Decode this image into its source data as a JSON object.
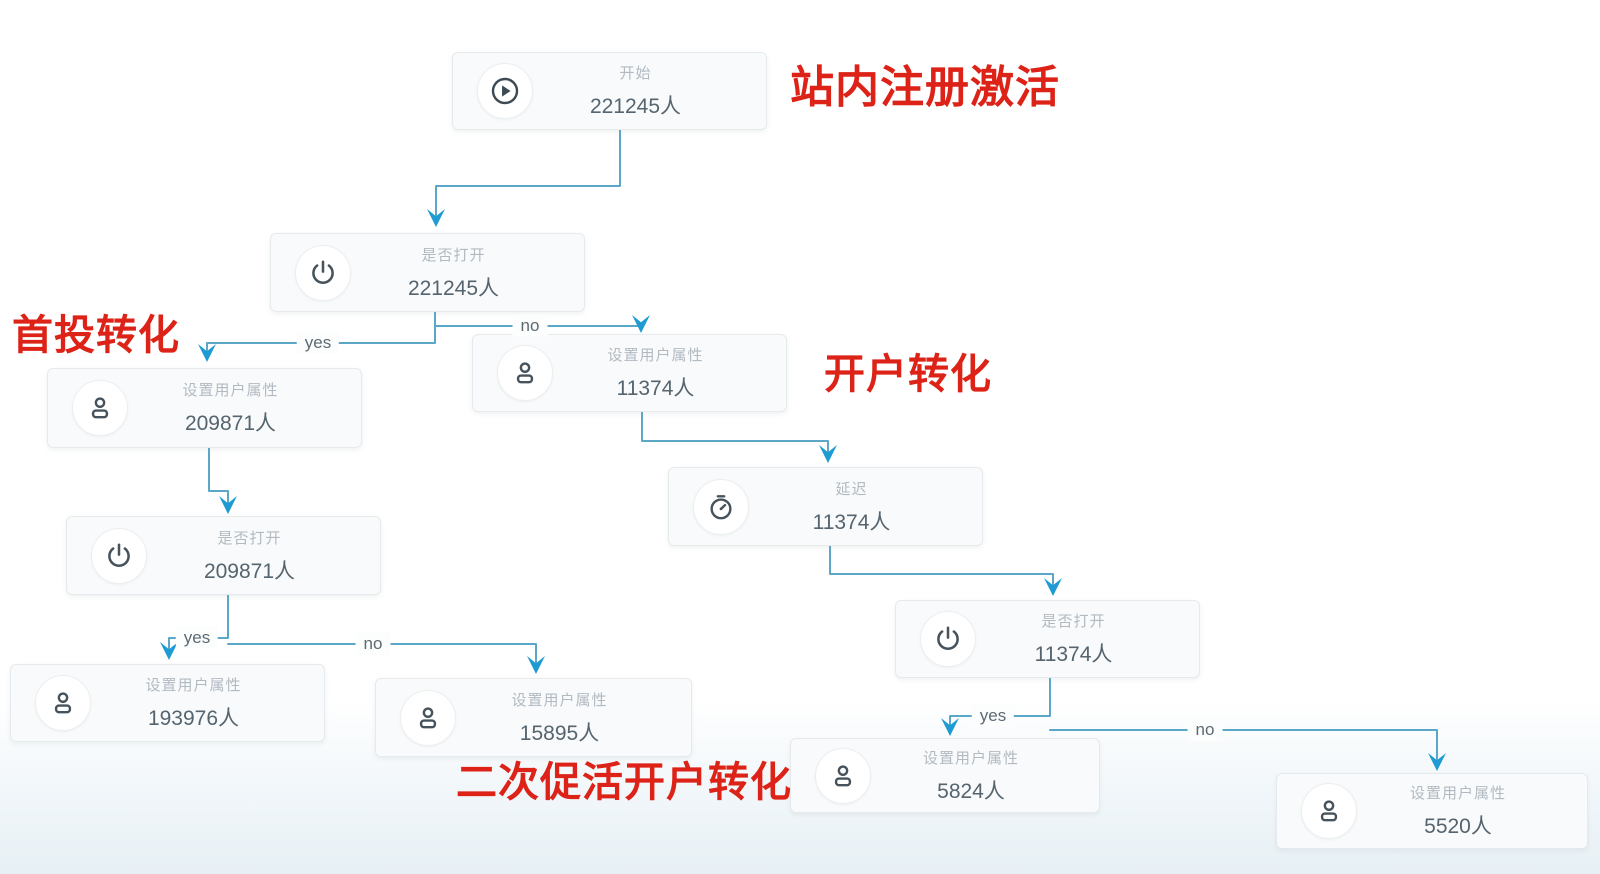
{
  "flow": {
    "nodes": [
      {
        "id": "start",
        "title": "开始",
        "count": "221245人",
        "icon": "play"
      },
      {
        "id": "open-check-1",
        "title": "是否打开",
        "count": "221245人",
        "icon": "power"
      },
      {
        "id": "set-attr-yes-1",
        "title": "设置用户属性",
        "count": "209871人",
        "icon": "user"
      },
      {
        "id": "set-attr-no-1",
        "title": "设置用户属性",
        "count": "11374人",
        "icon": "user"
      },
      {
        "id": "delay",
        "title": "延迟",
        "count": "11374人",
        "icon": "timer"
      },
      {
        "id": "open-check-2",
        "title": "是否打开",
        "count": "209871人",
        "icon": "power"
      },
      {
        "id": "set-attr-yes-2",
        "title": "设置用户属性",
        "count": "193976人",
        "icon": "user"
      },
      {
        "id": "set-attr-no-2",
        "title": "设置用户属性",
        "count": "15895人",
        "icon": "user"
      },
      {
        "id": "open-check-3",
        "title": "是否打开",
        "count": "11374人",
        "icon": "power"
      },
      {
        "id": "set-attr-yes-3",
        "title": "设置用户属性",
        "count": "5824人",
        "icon": "user"
      },
      {
        "id": "set-attr-no-3",
        "title": "设置用户属性",
        "count": "5520人",
        "icon": "user"
      }
    ],
    "edge_labels": {
      "yes1": "yes",
      "no1": "no",
      "yes2": "yes",
      "no2": "no",
      "yes3": "yes",
      "no3": "no"
    },
    "annotations": [
      {
        "id": "register-activation",
        "text": "站内注册激活"
      },
      {
        "id": "first-invest-conversion",
        "text": "首投转化"
      },
      {
        "id": "account-open-conversion",
        "text": "开户转化"
      },
      {
        "id": "second-activation-conversion",
        "text": "二次促活开户转化"
      }
    ],
    "colors": {
      "line": "#5ba7c8",
      "arrow": "#1e9bd3",
      "annotation": "#dd2217",
      "node_background": "#f8fafb",
      "node_border": "#e7eaec",
      "title_text": "#b2bac1",
      "count_text": "#55646e"
    }
  }
}
